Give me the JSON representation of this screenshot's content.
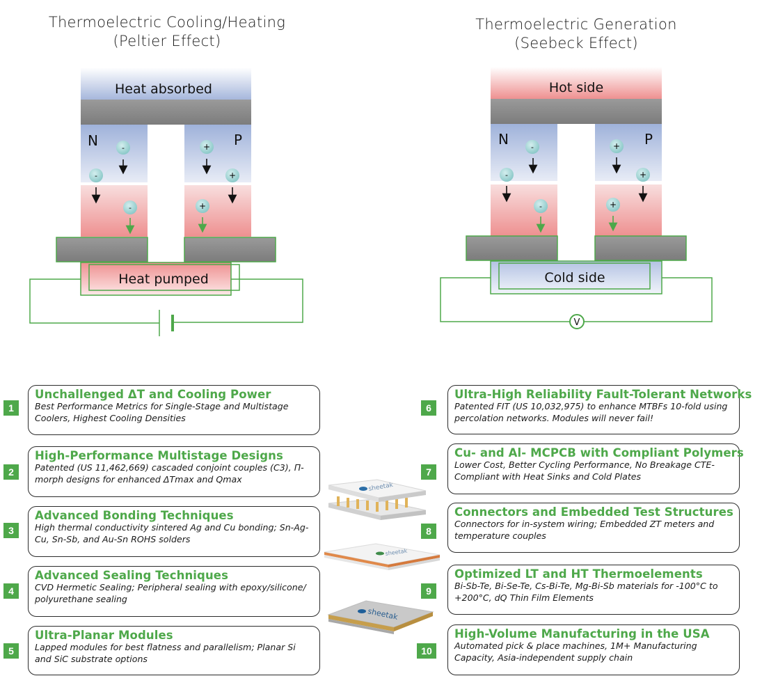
{
  "peltier": {
    "title_line1": "Thermoelectric Cooling/Heating",
    "title_line2": "(Peltier Effect)",
    "top_label": "Heat absorbed",
    "bottom_label": "Heat pumped",
    "n_label": "N",
    "p_label": "P",
    "carrier_n": "-",
    "carrier_p": "+",
    "source": "battery-icon"
  },
  "seebeck": {
    "title_line1": "Thermoelectric Generation",
    "title_line2": "(Seebeck Effect)",
    "top_label": "Hot side",
    "bottom_label": "Cold side",
    "n_label": "N",
    "p_label": "P",
    "carrier_n": "-",
    "carrier_p": "+",
    "meter_label": "V"
  },
  "colors": {
    "accent_green": "#4ea84a",
    "cold_blue": "#a9b9dc",
    "hot_red": "#ee9090",
    "metal_gray": "#8a8a8a",
    "carrier_teal": "#9fd4d4"
  },
  "features": [
    {
      "num": "1",
      "title": "Unchallenged  ΔT and Cooling Power",
      "body": "Best Performance Metrics for Single-Stage and Multistage Coolers, Highest Cooling Densities"
    },
    {
      "num": "2",
      "title": "High-Performance Multistage Designs",
      "body": "Patented (US 11,462,669) cascaded conjoint couples (C3), Π-morph designs for enhanced ΔTmax and Qmax"
    },
    {
      "num": "3",
      "title": "Advanced Bonding Techniques",
      "body": "High thermal conductivity sintered Ag and Cu bonding; Sn-Ag-Cu, Sn-Sb, and Au-Sn ROHS solders"
    },
    {
      "num": "4",
      "title": "Advanced Sealing Techniques",
      "body": "CVD Hermetic Sealing; Peripheral sealing with epoxy/silicone/ polyurethane sealing"
    },
    {
      "num": "5",
      "title": "Ultra-Planar Modules",
      "body": "Lapped modules for best flatness and parallelism; Planar Si and SiC substrate options"
    },
    {
      "num": "6",
      "title": "Ultra-High Reliability Fault-Tolerant Networks",
      "body": "Patented FIT (US 10,032,975) to enhance MTBFs 10-fold using percolation networks. Modules will never fail!"
    },
    {
      "num": "7",
      "title": "Cu- and Al- MCPCB with Compliant Polymers",
      "body": "Lower Cost, Better Cycling Performance, No Breakage CTE-Compliant with Heat Sinks and Cold Plates"
    },
    {
      "num": "8",
      "title": "Connectors and Embedded Test Structures",
      "body": "Connectors for in-system wiring; Embedded ZT meters and temperature couples"
    },
    {
      "num": "9",
      "title": "Optimized LT and HT Thermoelements",
      "body": "Bi-Sb-Te, Bi-Se-Te, Cs-Bi-Te, Mg-Bi-Sb materials for -100°C to +200°C, dQ Thin Film Elements"
    },
    {
      "num": "10",
      "title": "High-Volume Manufacturing in the USA",
      "body": "Automated pick & place machines, 1M+ Manufacturing Capacity, Asia-independent supply chain"
    }
  ],
  "modules": {
    "brand": "sheetak"
  }
}
